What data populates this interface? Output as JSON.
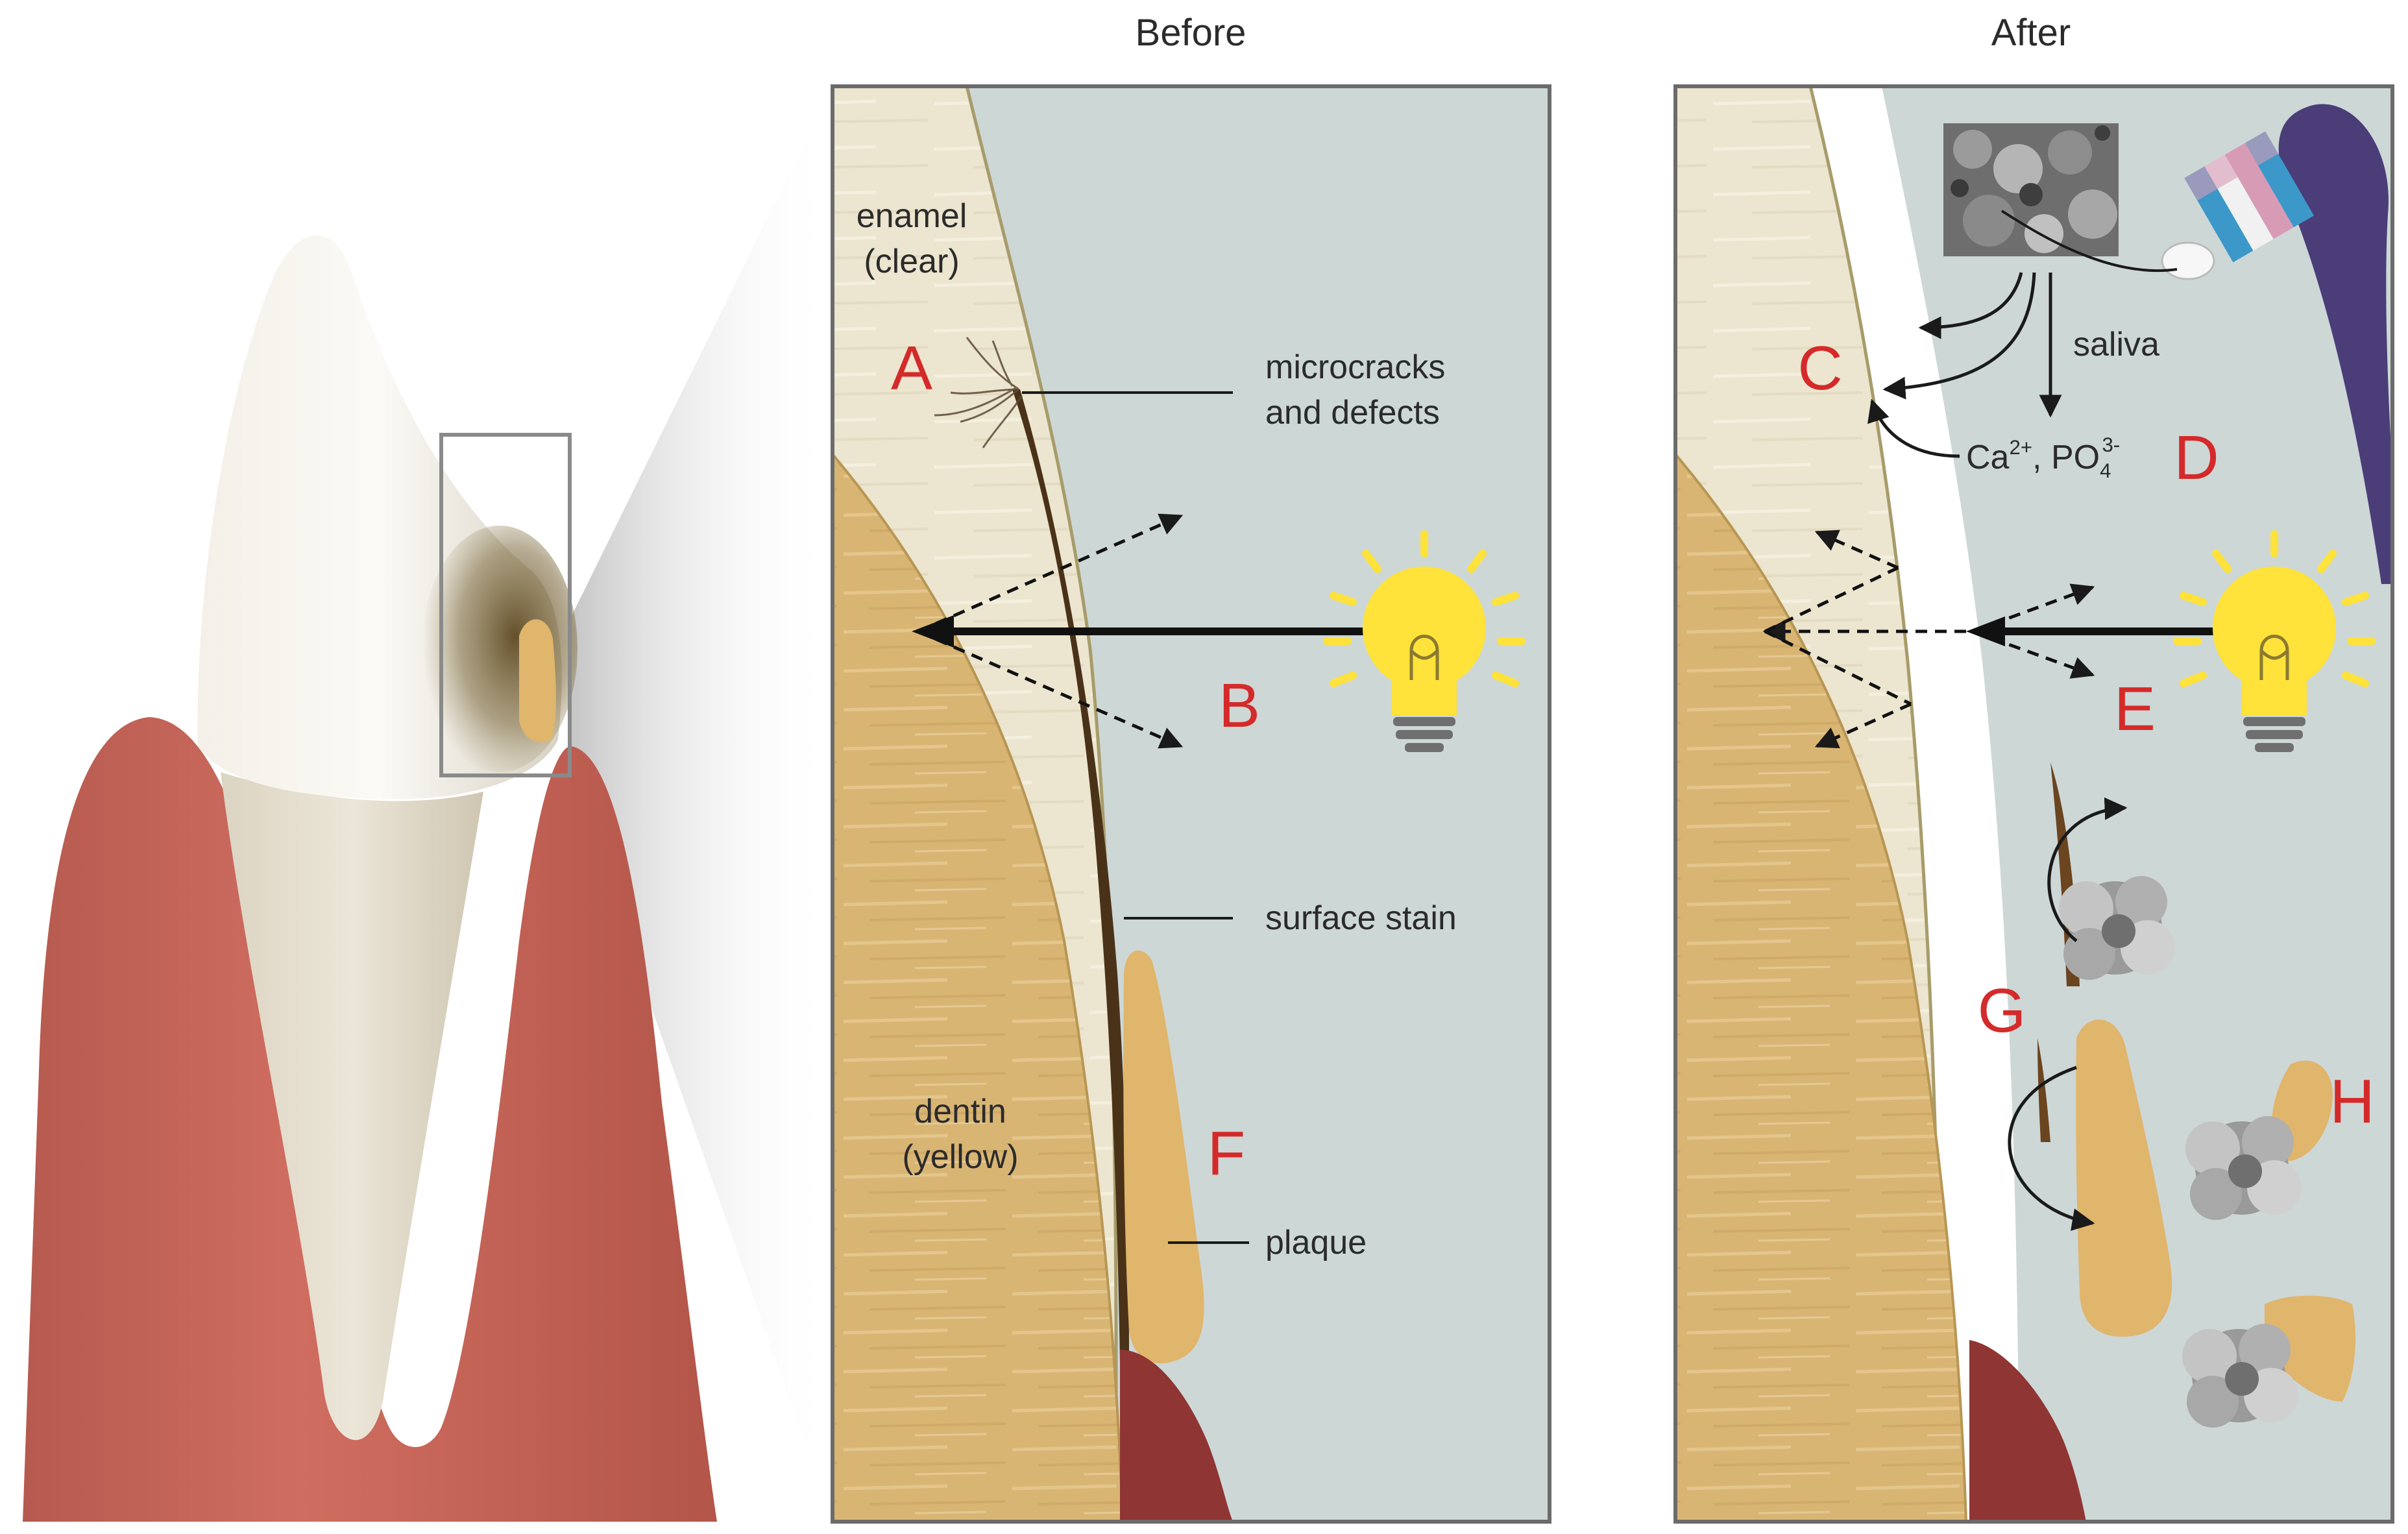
{
  "panels": {
    "before": {
      "title": "Before",
      "labels": {
        "enamel_line1": "enamel",
        "enamel_line2": "(clear)",
        "dentin_line1": "dentin",
        "dentin_line2": "(yellow)",
        "microcracks_line1": "microcracks",
        "microcracks_line2": "and defects",
        "surface_stain": "surface stain",
        "plaque": "plaque"
      },
      "letters": {
        "A": "A",
        "B": "B",
        "F": "F"
      }
    },
    "after": {
      "title": "After",
      "labels": {
        "saliva": "saliva",
        "ions_ca": "Ca",
        "ions_ca_sup": "2+",
        "ions_sep": ", PO",
        "ions_po_sub": "4",
        "ions_po_sup": "3-"
      },
      "letters": {
        "C": "C",
        "D": "D",
        "E": "E",
        "G": "G",
        "H": "H"
      }
    }
  },
  "colors": {
    "gum": "#c9675a",
    "gum_dark": "#8f3534",
    "enamel": "#ece5cf",
    "dentin": "#d9b574",
    "background_fluid": "#cdd7d6",
    "stain": "#5a3d1e",
    "plaque": "#e0b56c",
    "letter_red": "#d42a2a",
    "bulb_yellow": "#ffe23a",
    "brush_handle": "#4a3d78"
  },
  "icons": [
    "tooth-icon",
    "light-bulb-icon",
    "toothbrush-icon",
    "particle-cluster-icon",
    "sem-micrograph-icon"
  ]
}
